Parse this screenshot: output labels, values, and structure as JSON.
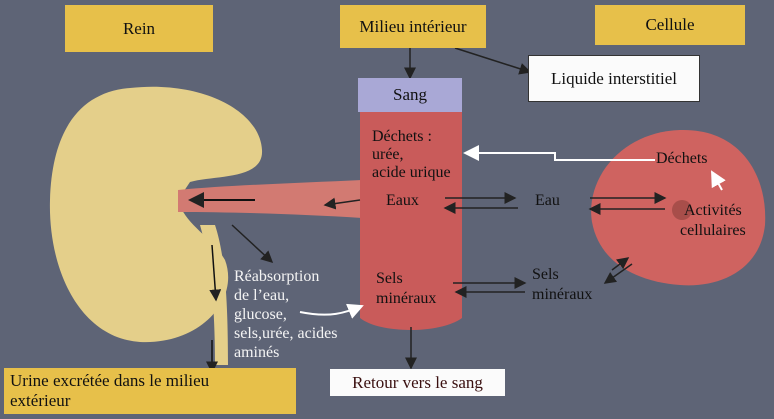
{
  "headers": {
    "rein": "Rein",
    "milieu": "Milieu intérieur",
    "cellule": "Cellule"
  },
  "liquide_interstitiel": "Liquide interstitiel",
  "sang": "Sang",
  "vessel": {
    "dechets": "Déchets :",
    "dechets_2": "urée,",
    "dechets_3": "acide urique",
    "eaux": "Eaux",
    "sels": "Sels",
    "sels_2": "minéraux"
  },
  "middle": {
    "eau": "Eau",
    "sels": "Sels",
    "sels_2": "minéraux"
  },
  "cell": {
    "dechets": "Déchets",
    "activites": "Activités",
    "activites_2": "cellulaires"
  },
  "reabsorption": {
    "l1": "Réabsorption",
    "l2": "de l’eau,",
    "l3": "glucose,",
    "l4": "sels,urée, acides",
    "l5": "aminés"
  },
  "urine": {
    "l1": "Urine excrétée dans le milieu",
    "l2": "extérieur"
  },
  "retour": "Retour vers le sang",
  "colors": {
    "background": "#5e6476",
    "label_yellow": "#e7c04a",
    "blood_red": "#c95b5a",
    "kidney": "#e4cf8a",
    "sang_box": "#a9a8d6"
  }
}
